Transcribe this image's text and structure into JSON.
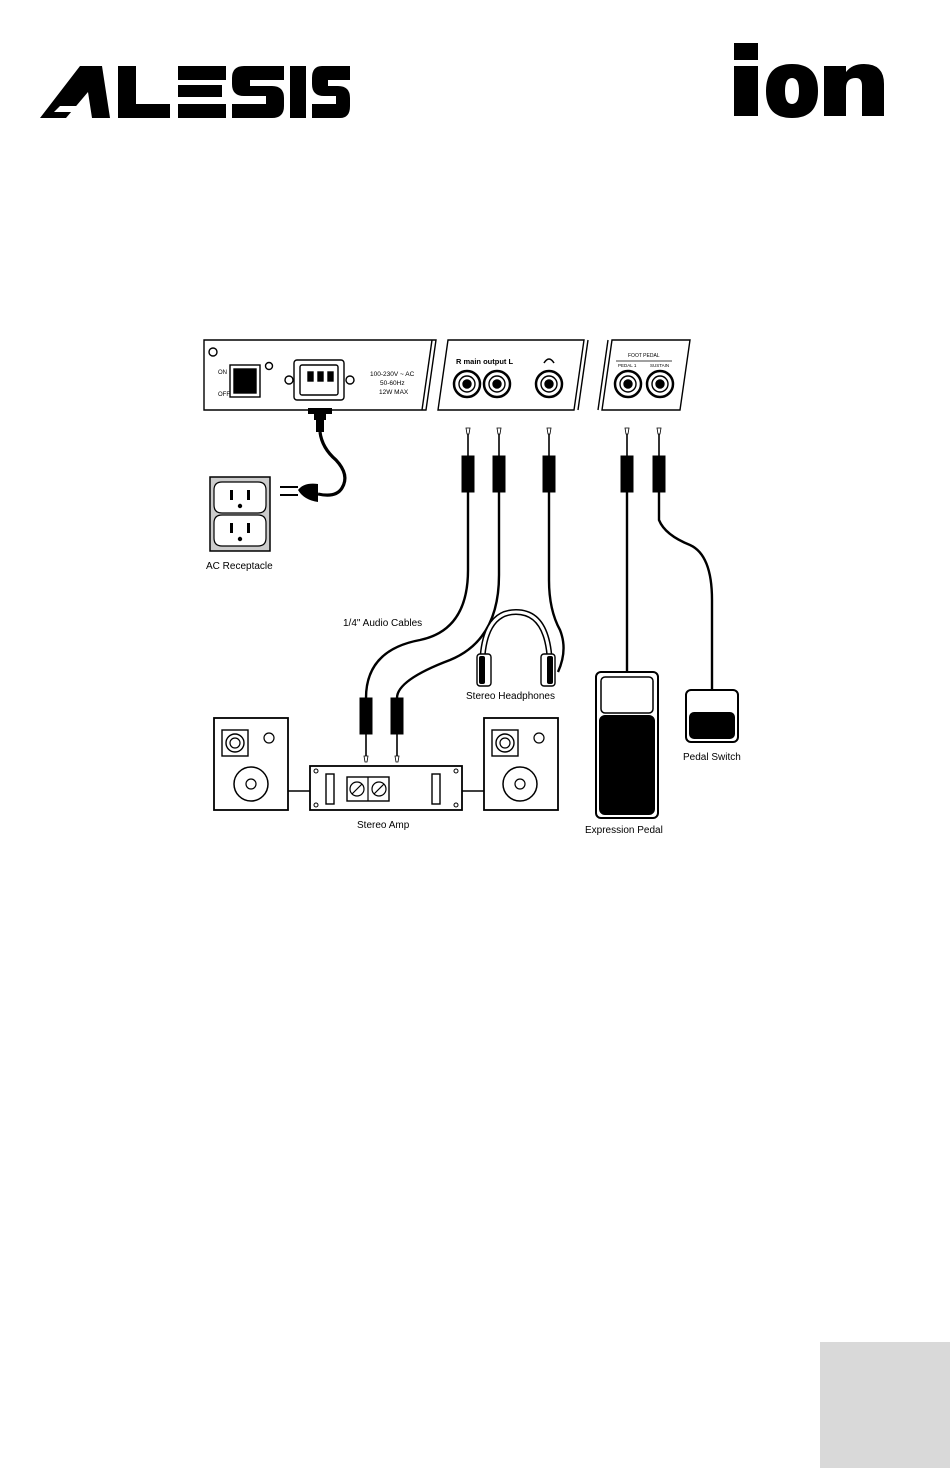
{
  "brand": {
    "logo_text": "ALESIS",
    "product_text": "ion"
  },
  "panel": {
    "switch_on": "ON",
    "switch_off": "OFF",
    "power_line1": "100-230V ~ AC",
    "power_line2": "50-60Hz",
    "power_line3": "12W MAX",
    "main_output_label": "R  main output  L",
    "foot_pedal_label": "FOOT PEDAL",
    "pedal1_label": "PEDAL 1",
    "sustain_label": "SUSTAIN"
  },
  "labels": {
    "ac_receptacle": "AC Receptacle",
    "audio_cables": "1/4\" Audio Cables",
    "stereo_headphones": "Stereo Headphones",
    "pedal_switch": "Pedal Switch",
    "stereo_amp": "Stereo Amp",
    "expression_pedal": "Expression Pedal"
  }
}
